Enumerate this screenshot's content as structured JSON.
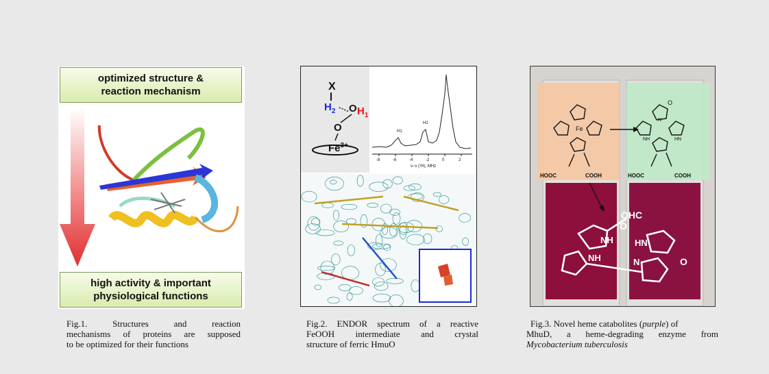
{
  "figure1": {
    "banner_top": [
      "optimized structure &",
      "reaction mechanism"
    ],
    "banner_bottom": [
      "high activity & important",
      "physiological functions"
    ],
    "caption": [
      "Fig.1.   Structures   and   reaction",
      "mechanisms of proteins are supposed",
      "to be optimized for their functions"
    ]
  },
  "figure2": {
    "chem_labels": {
      "x": "X",
      "h2": "H",
      "h2_sub": "2",
      "o": "O",
      "h1": "H",
      "h1_sub": "1",
      "o2": "O",
      "fe": "Fe",
      "fe_sup": "3+"
    },
    "spectrum": {
      "peak_labels": [
        "H1",
        "H2"
      ],
      "xlabel": "ν−ν (¹H), MHz",
      "ticks": [
        "-8",
        "-6",
        "-4",
        "-2",
        "0",
        "2"
      ]
    },
    "caption": [
      "Fig.2.  ENDOR spectrum of a reactive",
      "FeOOH   intermediate   and   crystal",
      "structure of ferric HmuO"
    ]
  },
  "figure3": {
    "labels": {
      "fe": "Fe",
      "hooc_left": "HOOC",
      "cooh_left": "COOH",
      "hooc_right": "HOOC",
      "cooh_right": "COOH",
      "o_right": "O",
      "nh1": "NH",
      "hn1": "HN",
      "n": "N",
      "ohc": "OHC",
      "o_a": "O",
      "nh_a": "NH",
      "hn_b": "HN",
      "nh_c": "NH",
      "n_d": "N",
      "o_e": "O"
    },
    "caption_parts": [
      "Fig.3. Novel heme catabolites (",
      "purple",
      ") of",
      "MhuD,  a  heme-degrading  enzyme  from",
      "Mycobacterium tuberculosis"
    ]
  },
  "colors": {
    "banner_green": "#d9ecae",
    "arrow_red": "#e04040",
    "caption_text": "#111111"
  }
}
